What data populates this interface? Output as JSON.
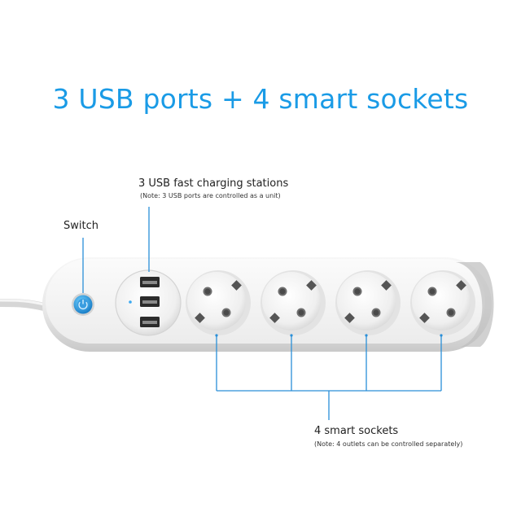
{
  "headline": "3 USB ports + 4 smart sockets",
  "usb": {
    "title": "3 USB fast charging stations",
    "note": "(Note: 3 USB ports are controlled as a unit)",
    "port_count": 3
  },
  "switch": {
    "label": "Switch"
  },
  "sockets": {
    "title": "4 smart sockets",
    "note": "(Note: 4 outlets can be controlled separately)",
    "count": 4
  },
  "colors": {
    "accent": "#1a9be6",
    "callout": "#2a8fd8",
    "strip_body": "#ececec",
    "socket_face": "#f4f4f4"
  },
  "icons": [
    "power-button-icon",
    "usb-port-icon",
    "socket-icon",
    "led-indicator-icon"
  ]
}
